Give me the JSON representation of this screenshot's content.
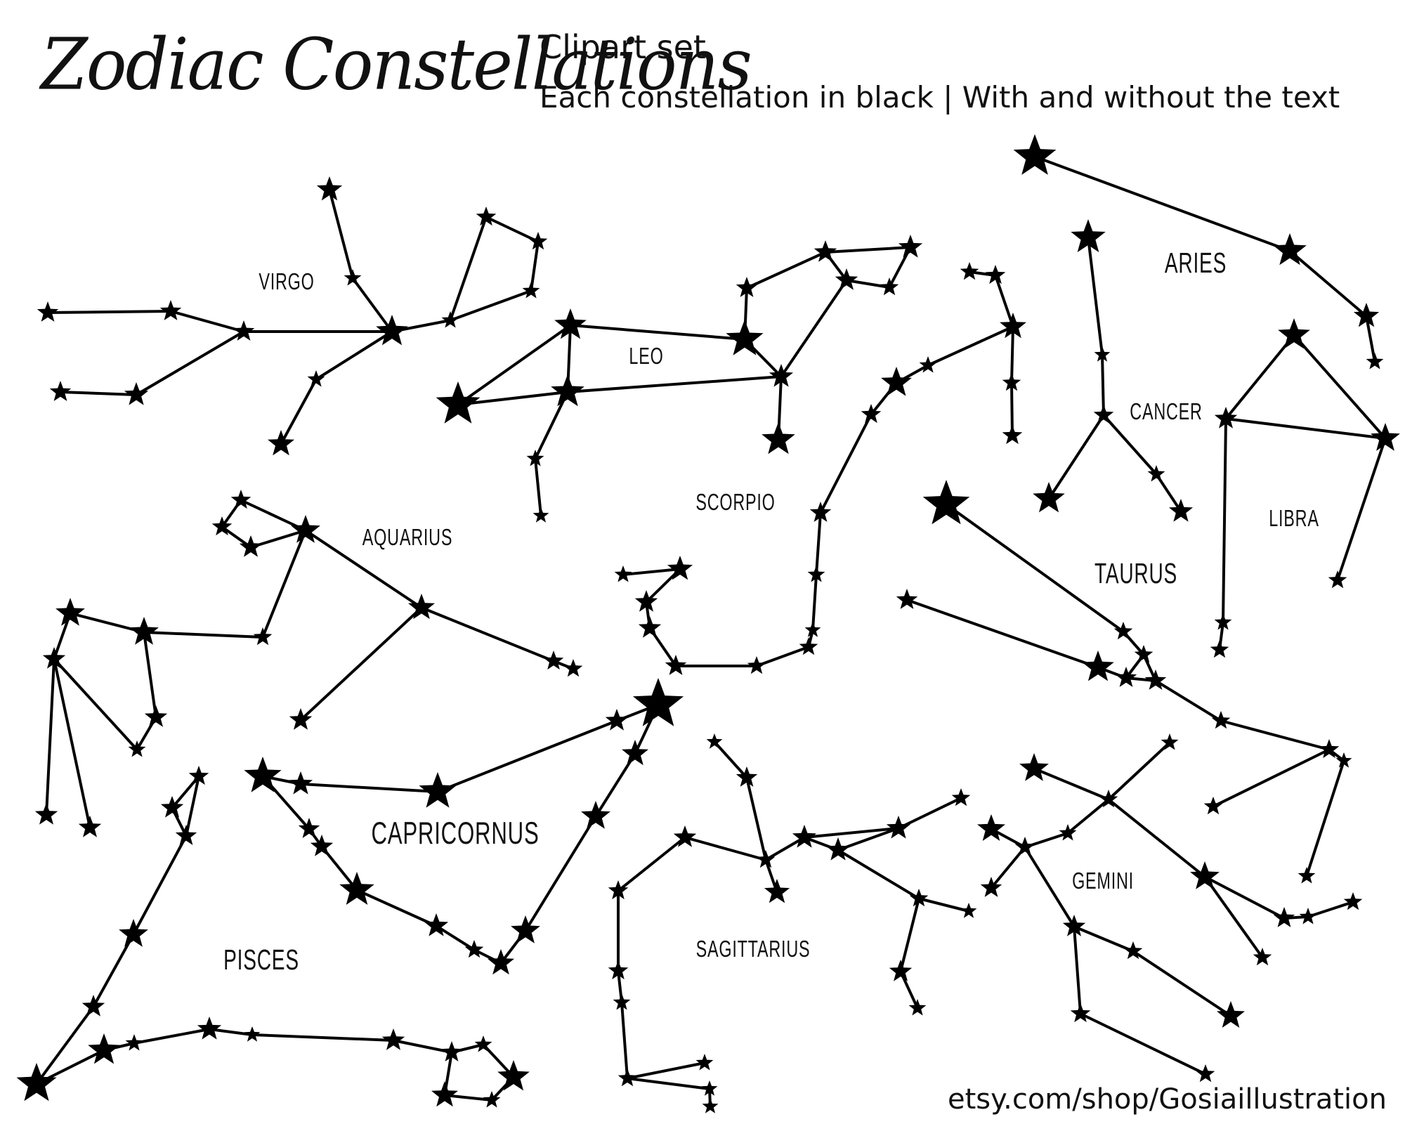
{
  "header": {
    "title": "Zodiac Constellations",
    "subtitle": "Clipart set",
    "description": "Each constellation in black | With and without the text"
  },
  "footer": {
    "url": "etsy.com/shop/Gosiaillustration"
  },
  "colors": {
    "ink": "#000000",
    "background": "#ffffff"
  },
  "constellations": [
    {
      "id": "virgo",
      "label": "VIRGO"
    },
    {
      "id": "leo",
      "label": "LEO"
    },
    {
      "id": "aries",
      "label": "ARIES"
    },
    {
      "id": "cancer",
      "label": "CANCER"
    },
    {
      "id": "libra",
      "label": "LIBRA"
    },
    {
      "id": "scorpio",
      "label": "SCORPIO"
    },
    {
      "id": "aquarius",
      "label": "AQUARIUS"
    },
    {
      "id": "taurus",
      "label": "TAURUS"
    },
    {
      "id": "capricornus",
      "label": "CAPRICORNUS"
    },
    {
      "id": "pisces",
      "label": "PISCES"
    },
    {
      "id": "sagittarius",
      "label": "SAGITTARIUS"
    },
    {
      "id": "gemini",
      "label": "GEMINI"
    }
  ]
}
